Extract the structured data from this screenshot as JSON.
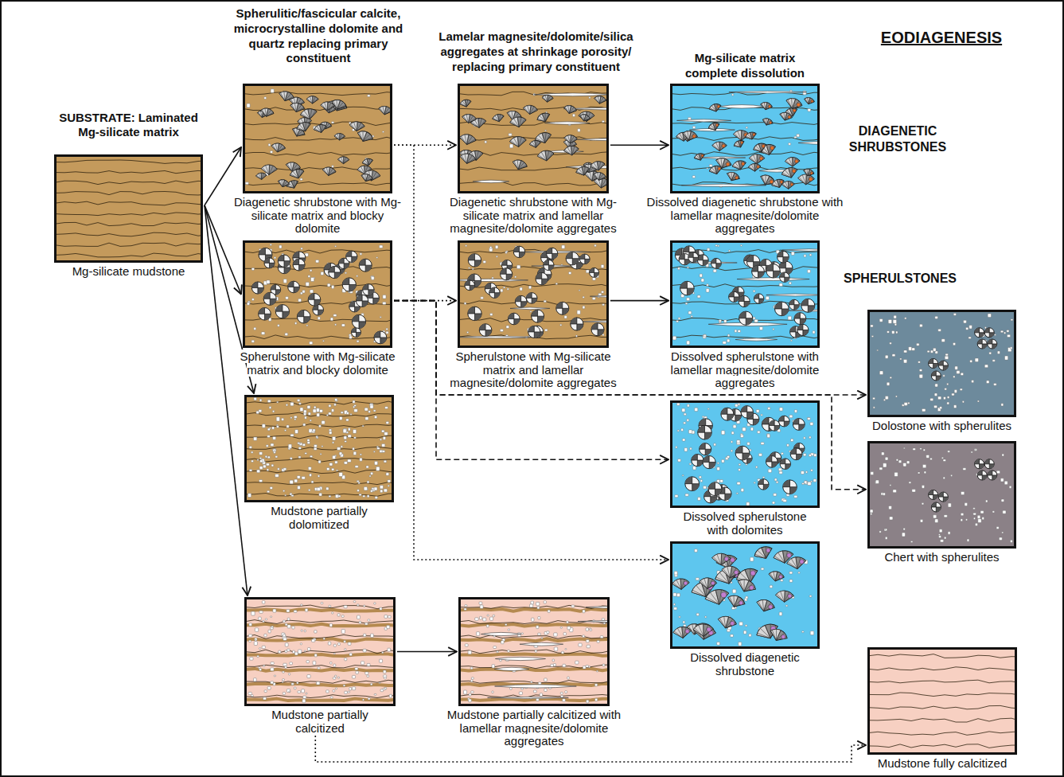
{
  "diagram": {
    "title": "EODIAGENESIS",
    "nodes": [
      {
        "text": [
          "SUBSTRATE: Laminated Mg-silicate matrix",
          "Mg-silicate mudstone"
        ]
      },
      {
        "text": [
          "Diagenetic shrubstone with Mg-silicate matrix and blocky dolomite"
        ]
      },
      {
        "text": [
          "Diagenetic shrubstone with Mg-silicate matrix and lamellar magnesite/dolomite aggregates"
        ]
      },
      {
        "text": [
          "Dissolved diagenetic shrubstone with lamellar magnesite/dolomite aggregates"
        ]
      },
      {
        "text": [
          "Spherulstone with Mg-silicate matrix and blocky dolomite"
        ]
      },
      {
        "text": [
          "Spherulstone with Mg-silicate matrix and lamellar magnesite/dolomite aggregates"
        ]
      },
      {
        "text": [
          "Dissolved spherulstone with lamellar magnesite/dolomite aggregates"
        ]
      },
      {
        "text": [
          "Mudstone partially dolomitized"
        ]
      },
      {
        "text": [
          "Dissolved spherulstone with dolomites"
        ]
      },
      {
        "text": [
          "Dolostone with spherulites"
        ]
      },
      {
        "text": [
          "Chert with spherulites"
        ]
      },
      {
        "text": [
          "Dissolved diagenetic shrubstone"
        ]
      },
      {
        "text": [
          "Mudstone partially calcitized"
        ]
      },
      {
        "text": [
          "Mudstone partially calcitized with lamellar magnesite/dolomite aggregates"
        ]
      },
      {
        "text": [
          "Mudstone fully calcitized"
        ]
      }
    ],
    "edges": [
      {
        "from": 0,
        "to": 1,
        "arrow": "to"
      },
      {
        "from": 0,
        "to": 4,
        "arrow": "to"
      },
      {
        "from": 0,
        "to": 7,
        "arrow": "to"
      },
      {
        "from": 0,
        "to": 12,
        "arrow": "to"
      },
      {
        "from": 1,
        "to": 2,
        "arrow": "to"
      },
      {
        "from": 1,
        "to": 11,
        "arrow": "to"
      },
      {
        "from": 2,
        "to": 3,
        "arrow": "to"
      },
      {
        "from": 4,
        "to": 5,
        "arrow": "to"
      },
      {
        "from": 4,
        "to": 8,
        "arrow": "to"
      },
      {
        "from": 4,
        "to": 9,
        "arrow": "to"
      },
      {
        "from": 4,
        "to": 10,
        "arrow": "to"
      },
      {
        "from": 5,
        "to": 6,
        "arrow": "to"
      },
      {
        "from": 12,
        "to": 13,
        "arrow": "to"
      },
      {
        "from": 12,
        "to": 14,
        "arrow": "to"
      }
    ],
    "labels": [
      "Spherulitic/fascicular calcite, microcrystalline dolomite and quartz replacing primary constituent",
      "Lamelar magnesite/dolomite/silica aggregates at shrinkage porosity/ replacing primary constituent",
      "Mg-silicate matrix complete dissolution",
      "DIAGENETIC SHRUBSTONES",
      "SPHERULSTONES"
    ]
  }
}
